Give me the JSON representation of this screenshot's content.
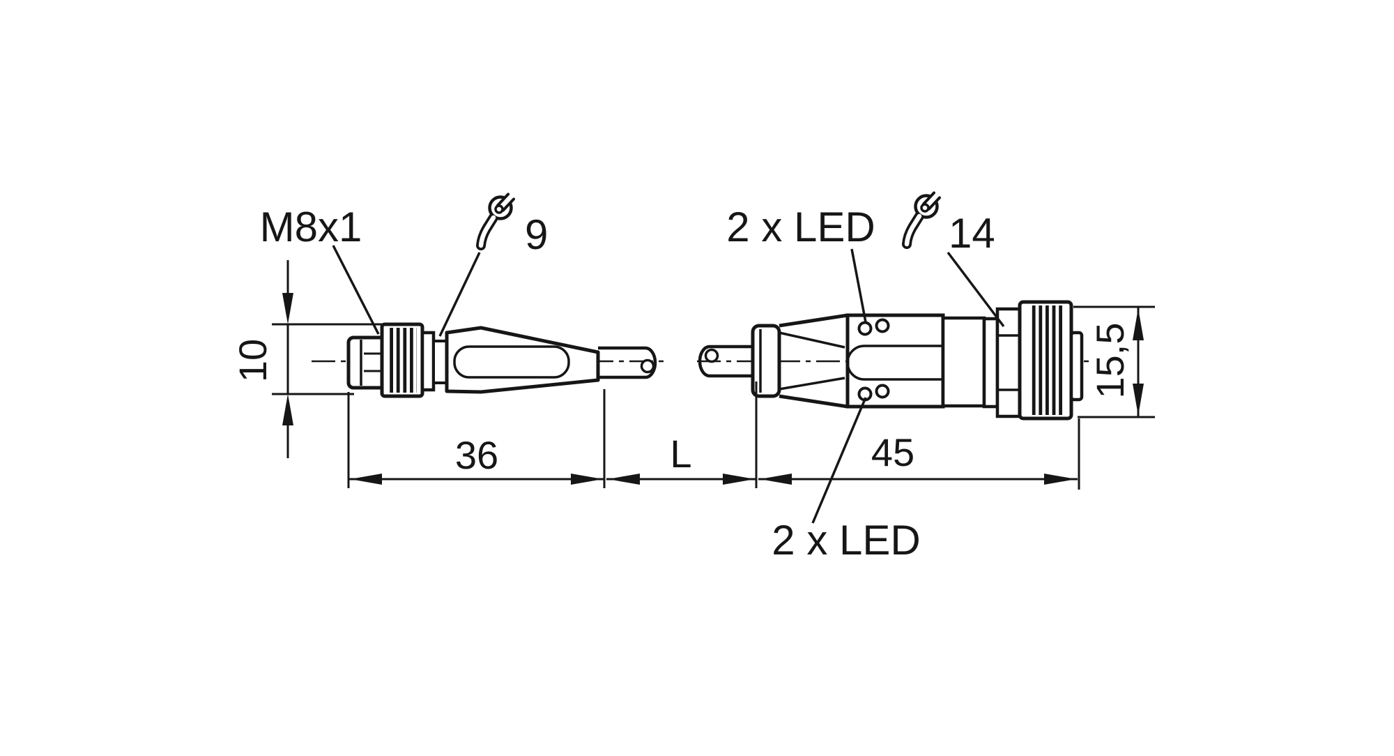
{
  "drawing": {
    "type": "technical-dimensional-drawing",
    "subject": "cable with M8 male connector and M12 female connector with LEDs",
    "colors": {
      "line": "#161616",
      "background": "#ffffff"
    },
    "labels": {
      "thread_size": "M8x1",
      "wrench_size_left": "9",
      "wrench_size_right": "14",
      "led_top": "2 x LED",
      "led_bottom": "2 x LED"
    },
    "dimensions": {
      "left_connector_length_mm": "36",
      "cable_length_symbol": "L",
      "right_connector_length_mm": "45",
      "left_connector_diameter_mm": "10",
      "right_connector_diameter_mm": "15,5"
    }
  }
}
